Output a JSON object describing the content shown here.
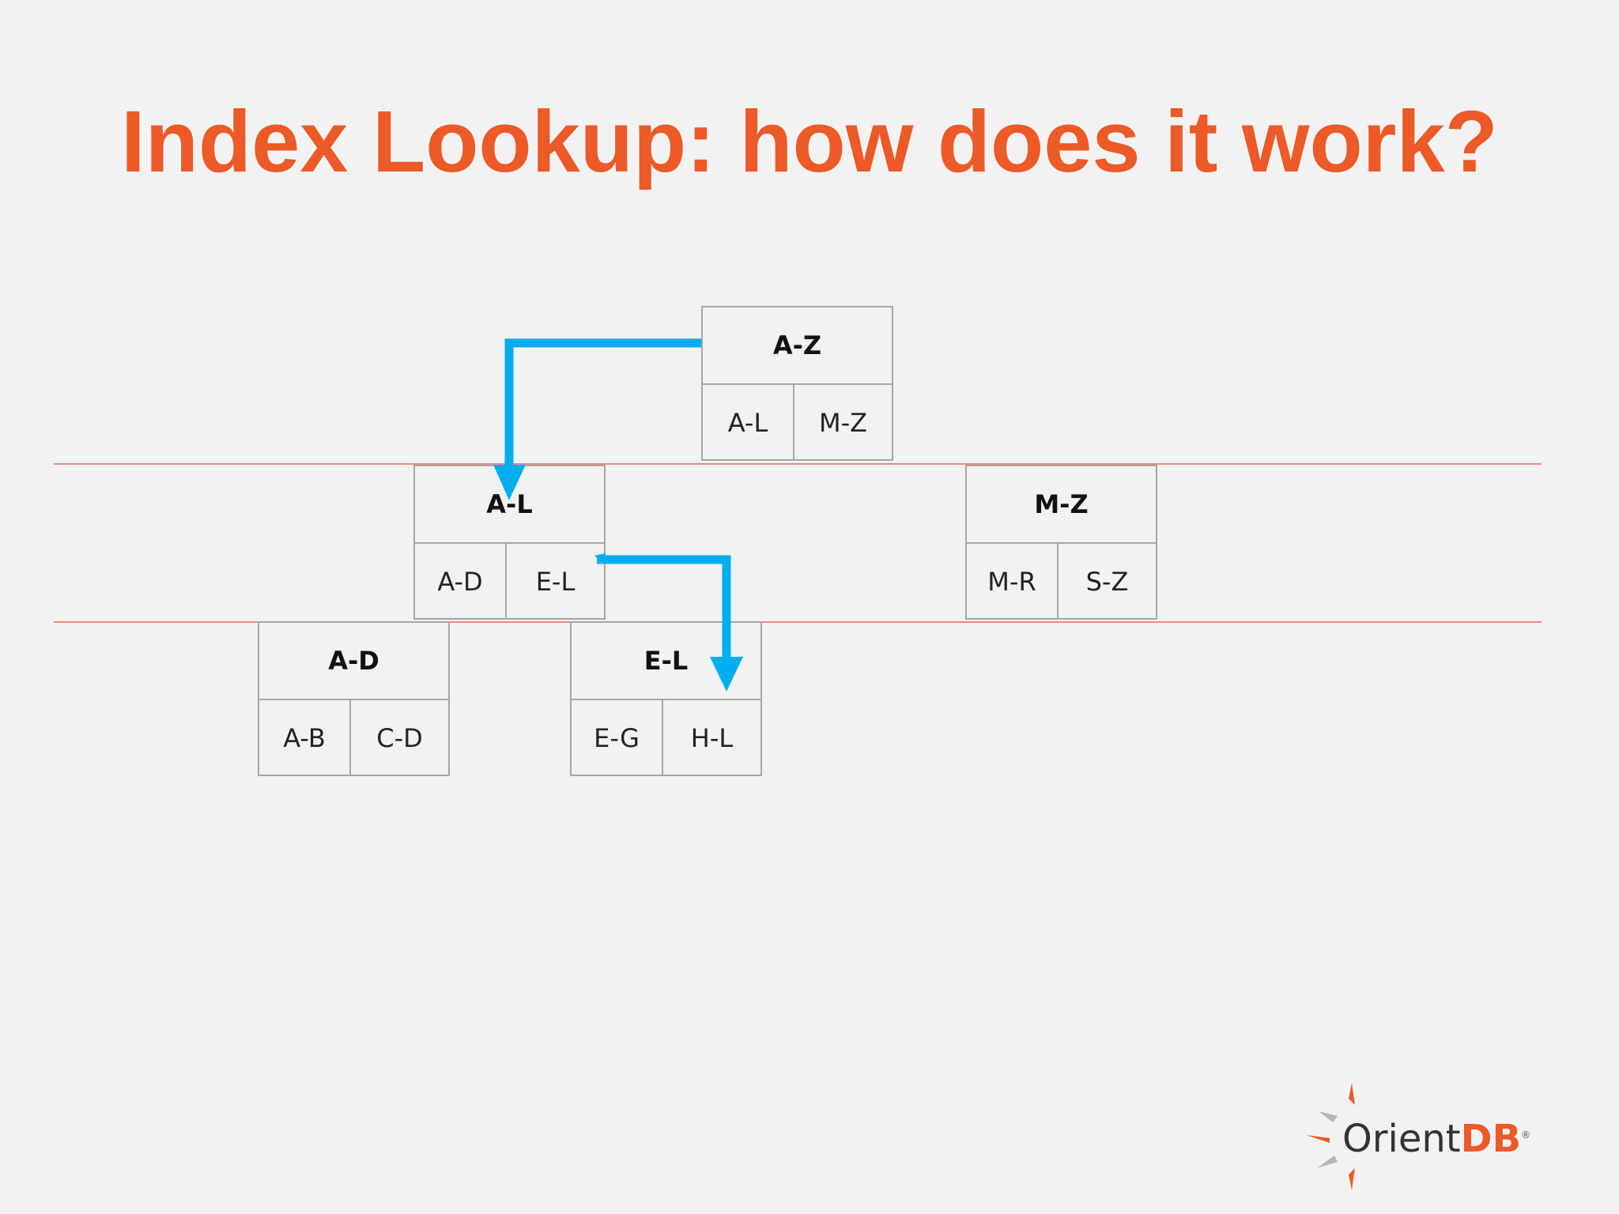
{
  "slide": {
    "title": "Index Lookup: how does it work?"
  },
  "tree": {
    "root": {
      "header": "A-Z",
      "left": "A-L",
      "right": "M-Z"
    },
    "level1": [
      {
        "header": "A-L",
        "left": "A-D",
        "right": "E-L"
      },
      {
        "header": "M-Z",
        "left": "M-R",
        "right": "S-Z"
      }
    ],
    "level2": [
      {
        "header": "A-D",
        "left": "A-B",
        "right": "C-D"
      },
      {
        "header": "E-L",
        "left": "E-G",
        "right": "H-L"
      }
    ]
  },
  "lookup_path": [
    "A-Z",
    "A-L",
    "E-L"
  ],
  "logo": {
    "name": "Orient",
    "suffix": "DB",
    "mark": "®"
  },
  "colors": {
    "title": "#eb5a27",
    "arrow": "#00aeef",
    "level_line": "#eb8a80",
    "box_border": "#a6a6a6",
    "background": "#f3f2f2"
  },
  "icons": {
    "logo_symbol": "orientdb-sun-icon"
  }
}
